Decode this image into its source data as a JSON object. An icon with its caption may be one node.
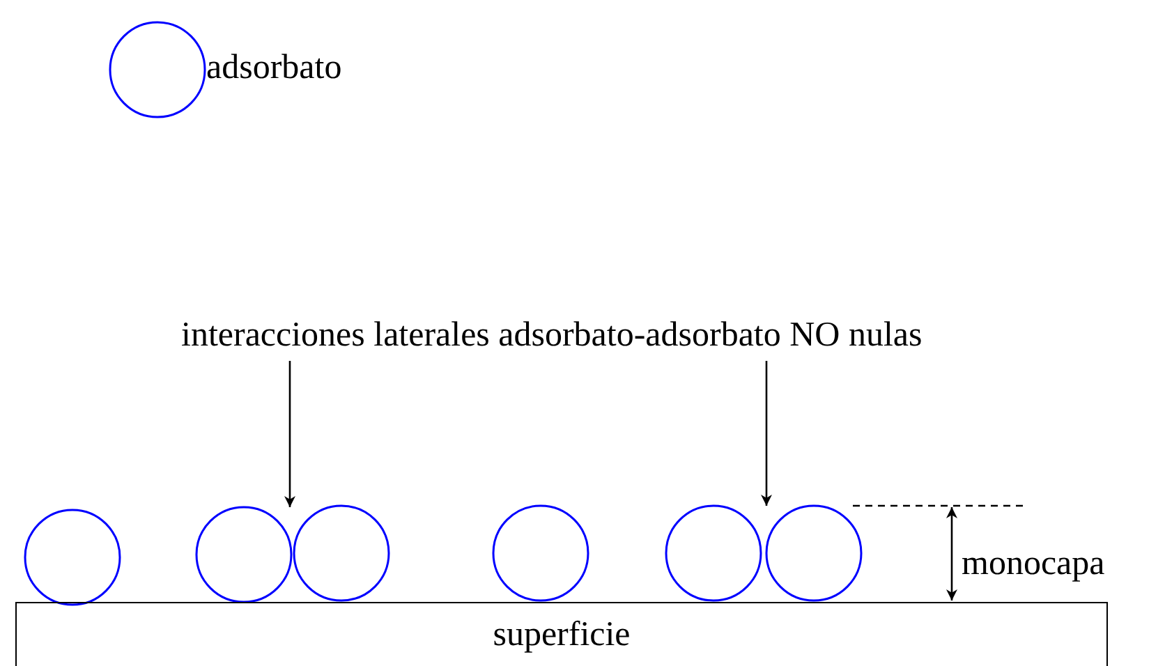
{
  "diagram": {
    "nodes": [
      {
        "text": [
          "interacciones laterales adsorbato-adsorbato NO nulas"
        ]
      },
      {
        "text": [],
        "shape": "circle"
      },
      {
        "text": [],
        "shape": "circle"
      },
      {
        "text": [],
        "shape": "circle"
      },
      {
        "text": [],
        "shape": "circle"
      },
      {
        "text": [],
        "shape": "circle"
      },
      {
        "text": [],
        "shape": "circle"
      },
      {
        "text": [
          "superficie"
        ]
      }
    ],
    "edges": [
      {
        "from": 0,
        "to": 2,
        "arrow": "to"
      },
      {
        "from": 0,
        "to": 5,
        "arrow": "to"
      }
    ],
    "labels": [
      "monocapa"
    ],
    "legend": [
      {
        "text": "adsorbato"
      }
    ]
  }
}
